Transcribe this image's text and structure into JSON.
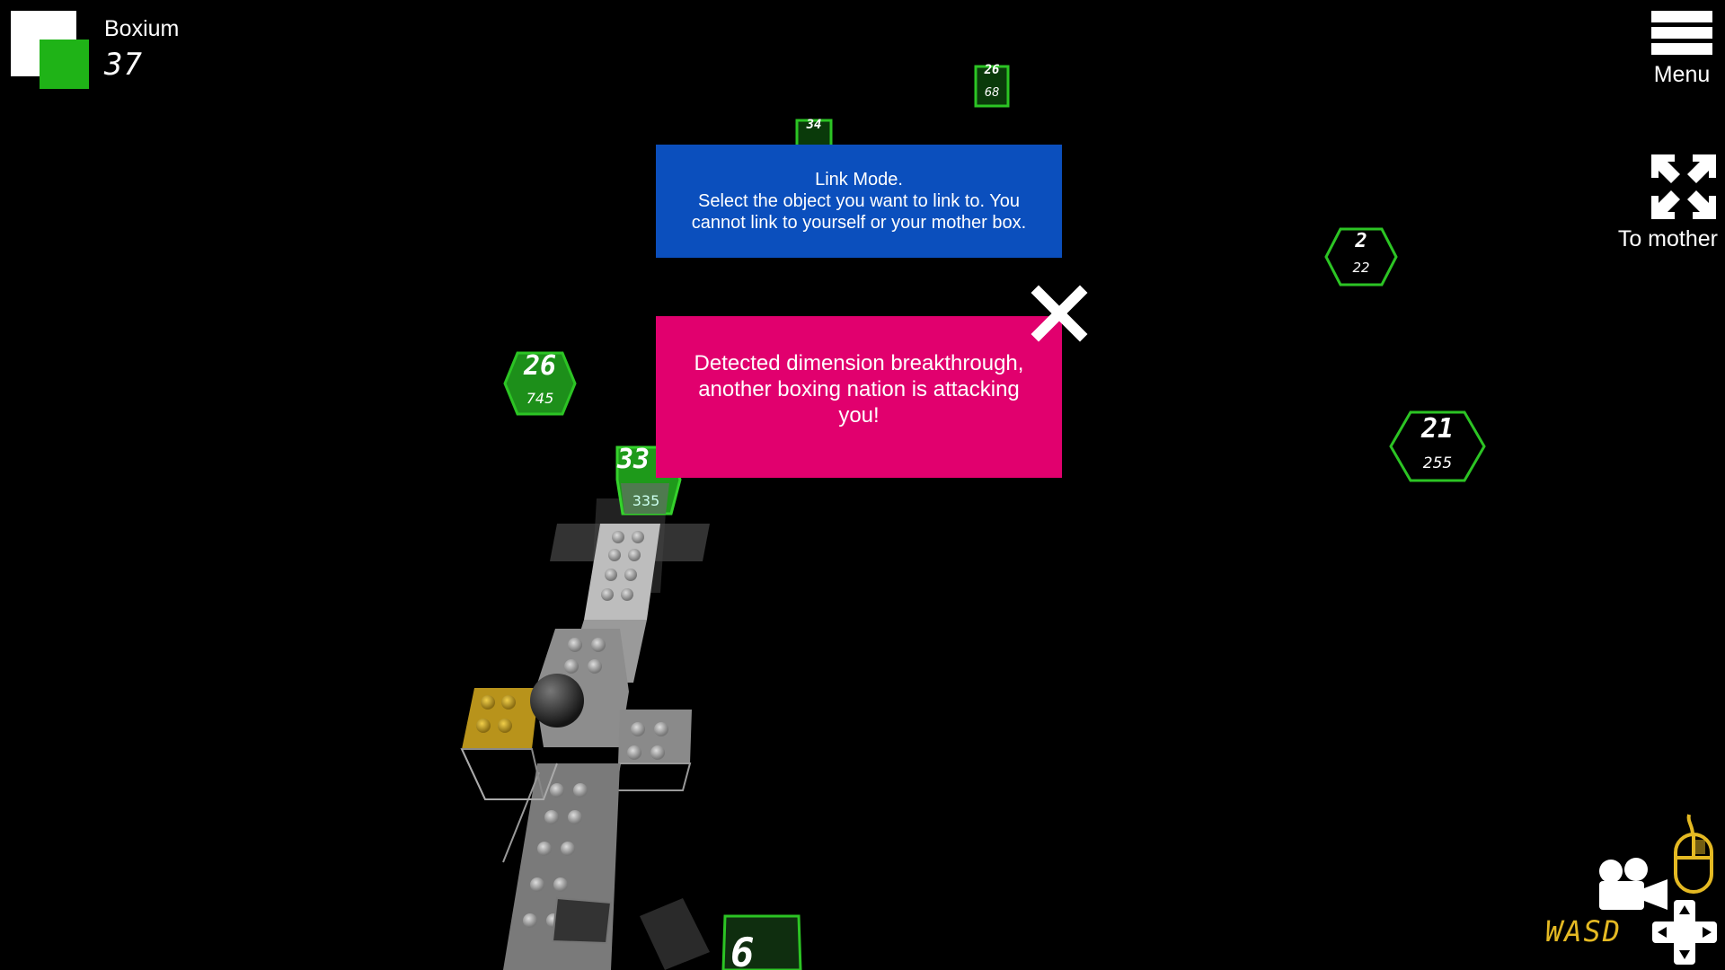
{
  "hud": {
    "resource_name": "Boxium",
    "resource_count": "37"
  },
  "menu": {
    "label": "Menu"
  },
  "to_mother": {
    "label": "To mother"
  },
  "link_dialog": {
    "title": "Link Mode.",
    "body": "Select the object you want to link to. You cannot link to yourself or your mother box."
  },
  "alert_dialog": {
    "message": "Detected dimension breakthrough, another boxing nation is attacking you!"
  },
  "nodes": [
    {
      "id": "box-26-68",
      "top": "26",
      "bottom": "68"
    },
    {
      "id": "box-34",
      "top": "34"
    },
    {
      "id": "hex-2-22",
      "top": "2",
      "bottom": "22"
    },
    {
      "id": "hex-26-745",
      "top": "26",
      "bottom": "745"
    },
    {
      "id": "hex-21-255",
      "top": "21",
      "bottom": "255"
    },
    {
      "id": "box-33-335",
      "top": "33",
      "bottom": "335"
    },
    {
      "id": "box-6",
      "top": "6"
    }
  ],
  "controls": {
    "wasd_label": "WASD"
  },
  "colors": {
    "accent_green": "#1fb317",
    "link_dialog_bg": "#0b4fbd",
    "alert_dialog_bg": "#e1006e",
    "control_yellow": "#e4b923"
  }
}
